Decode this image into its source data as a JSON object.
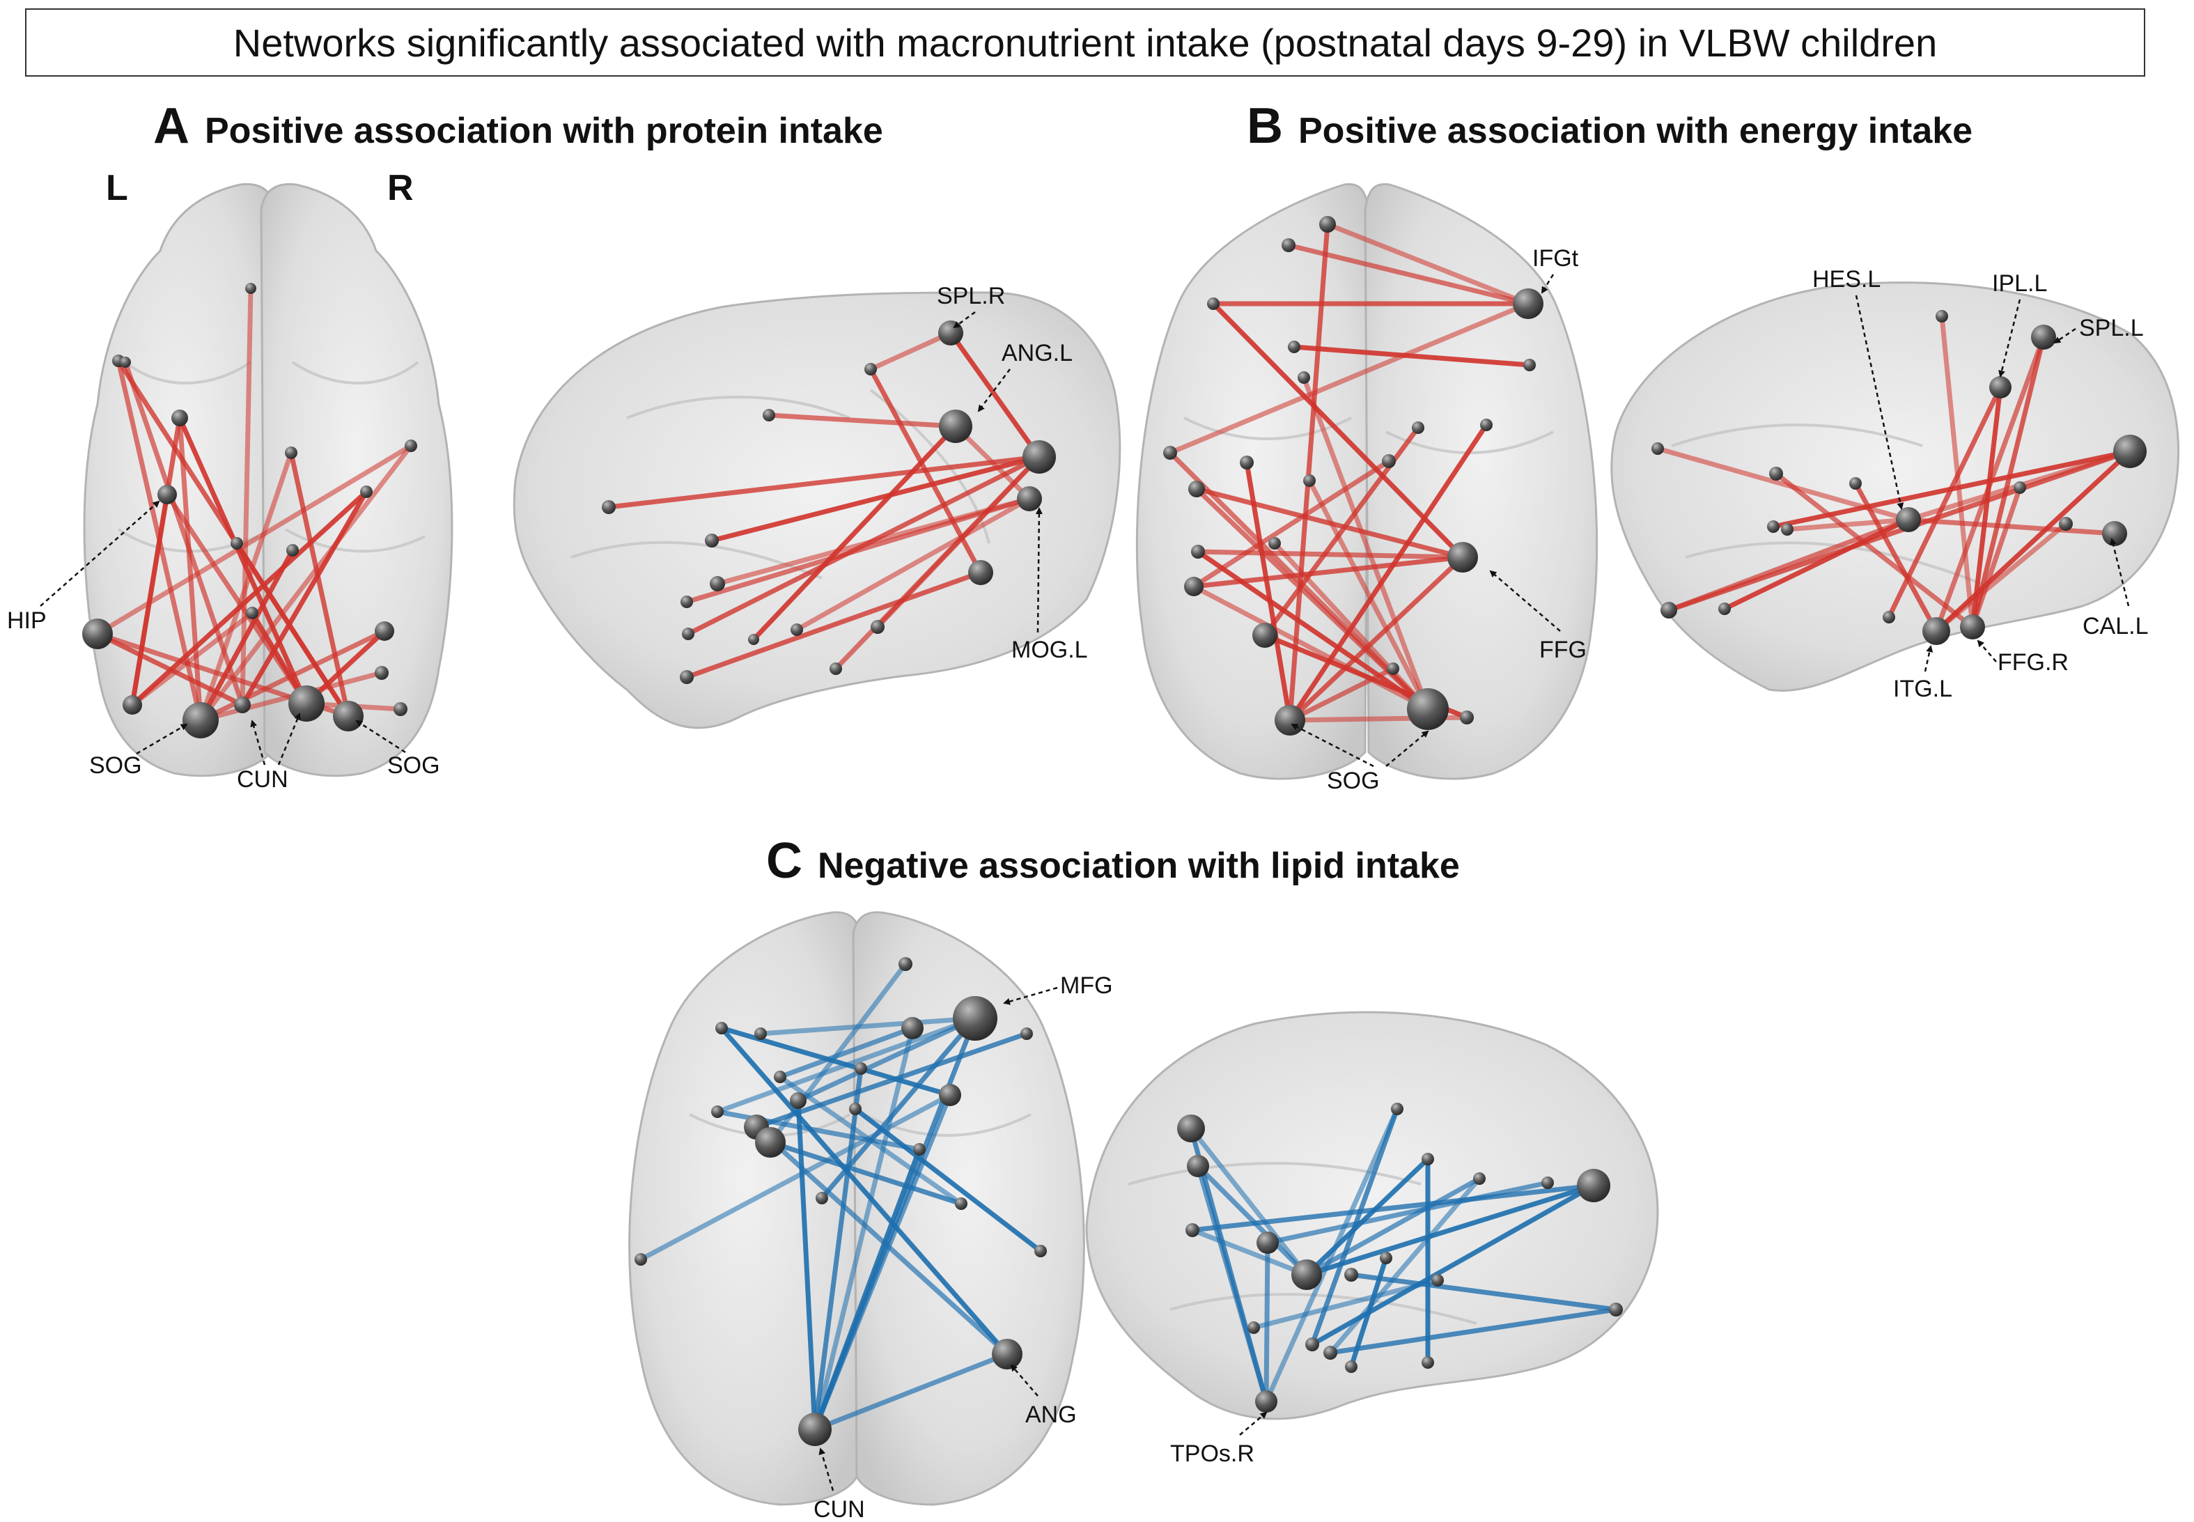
{
  "figure_title": "Networks significantly associated with macronutrient intake (postnatal days 9-29) in VLBW children",
  "colors": {
    "positive_edge": "#d0342c",
    "negative_edge": "#1e6fae",
    "node": "#4a4a4a",
    "brain": "#d6d6d6"
  },
  "panels": {
    "A": {
      "letter": "A",
      "title": "Positive association with protein intake",
      "side_left": "L",
      "side_right": "R",
      "axial_labels": [
        "HIP",
        "SOG",
        "CUN",
        "SOG"
      ],
      "sagittal_labels": [
        "SPL.R",
        "ANG.L",
        "MOG.L"
      ]
    },
    "B": {
      "letter": "B",
      "title": "Positive association with energy intake",
      "axial_labels": [
        "IFGt",
        "FFG",
        "SOG"
      ],
      "sagittal_labels": [
        "HES.L",
        "IPL.L",
        "SPL.L",
        "CAL.L",
        "FFG.R",
        "ITG.L"
      ]
    },
    "C": {
      "letter": "C",
      "title": "Negative association with lipid intake",
      "axial_labels": [
        "MFG",
        "ANG",
        "CUN"
      ],
      "sagittal_labels": [
        "TPOs.R"
      ]
    }
  }
}
